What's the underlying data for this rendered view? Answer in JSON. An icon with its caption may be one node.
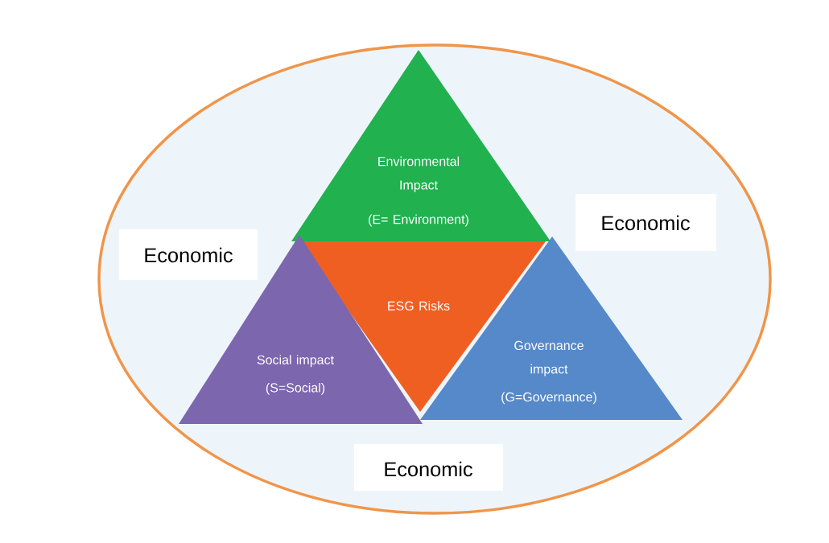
{
  "diagram": {
    "nodes": [
      {
        "text": [],
        "shape": "ellipse"
      },
      {
        "text": [
          "Environmental Impact",
          "(E= Environment)"
        ],
        "in": 0
      },
      {
        "text": [
          "Economic"
        ],
        "in": 0
      },
      {
        "text": [
          "Economic"
        ],
        "in": 0
      },
      {
        "text": [
          "ESG Risks"
        ],
        "in": 0
      },
      {
        "text": [
          "Social impact",
          "(S=Social)"
        ],
        "in": 0
      },
      {
        "text": [
          "Governance impact",
          "(G=Governance)"
        ],
        "in": 0
      },
      {
        "text": [
          "Economic"
        ],
        "in": 0
      }
    ]
  }
}
